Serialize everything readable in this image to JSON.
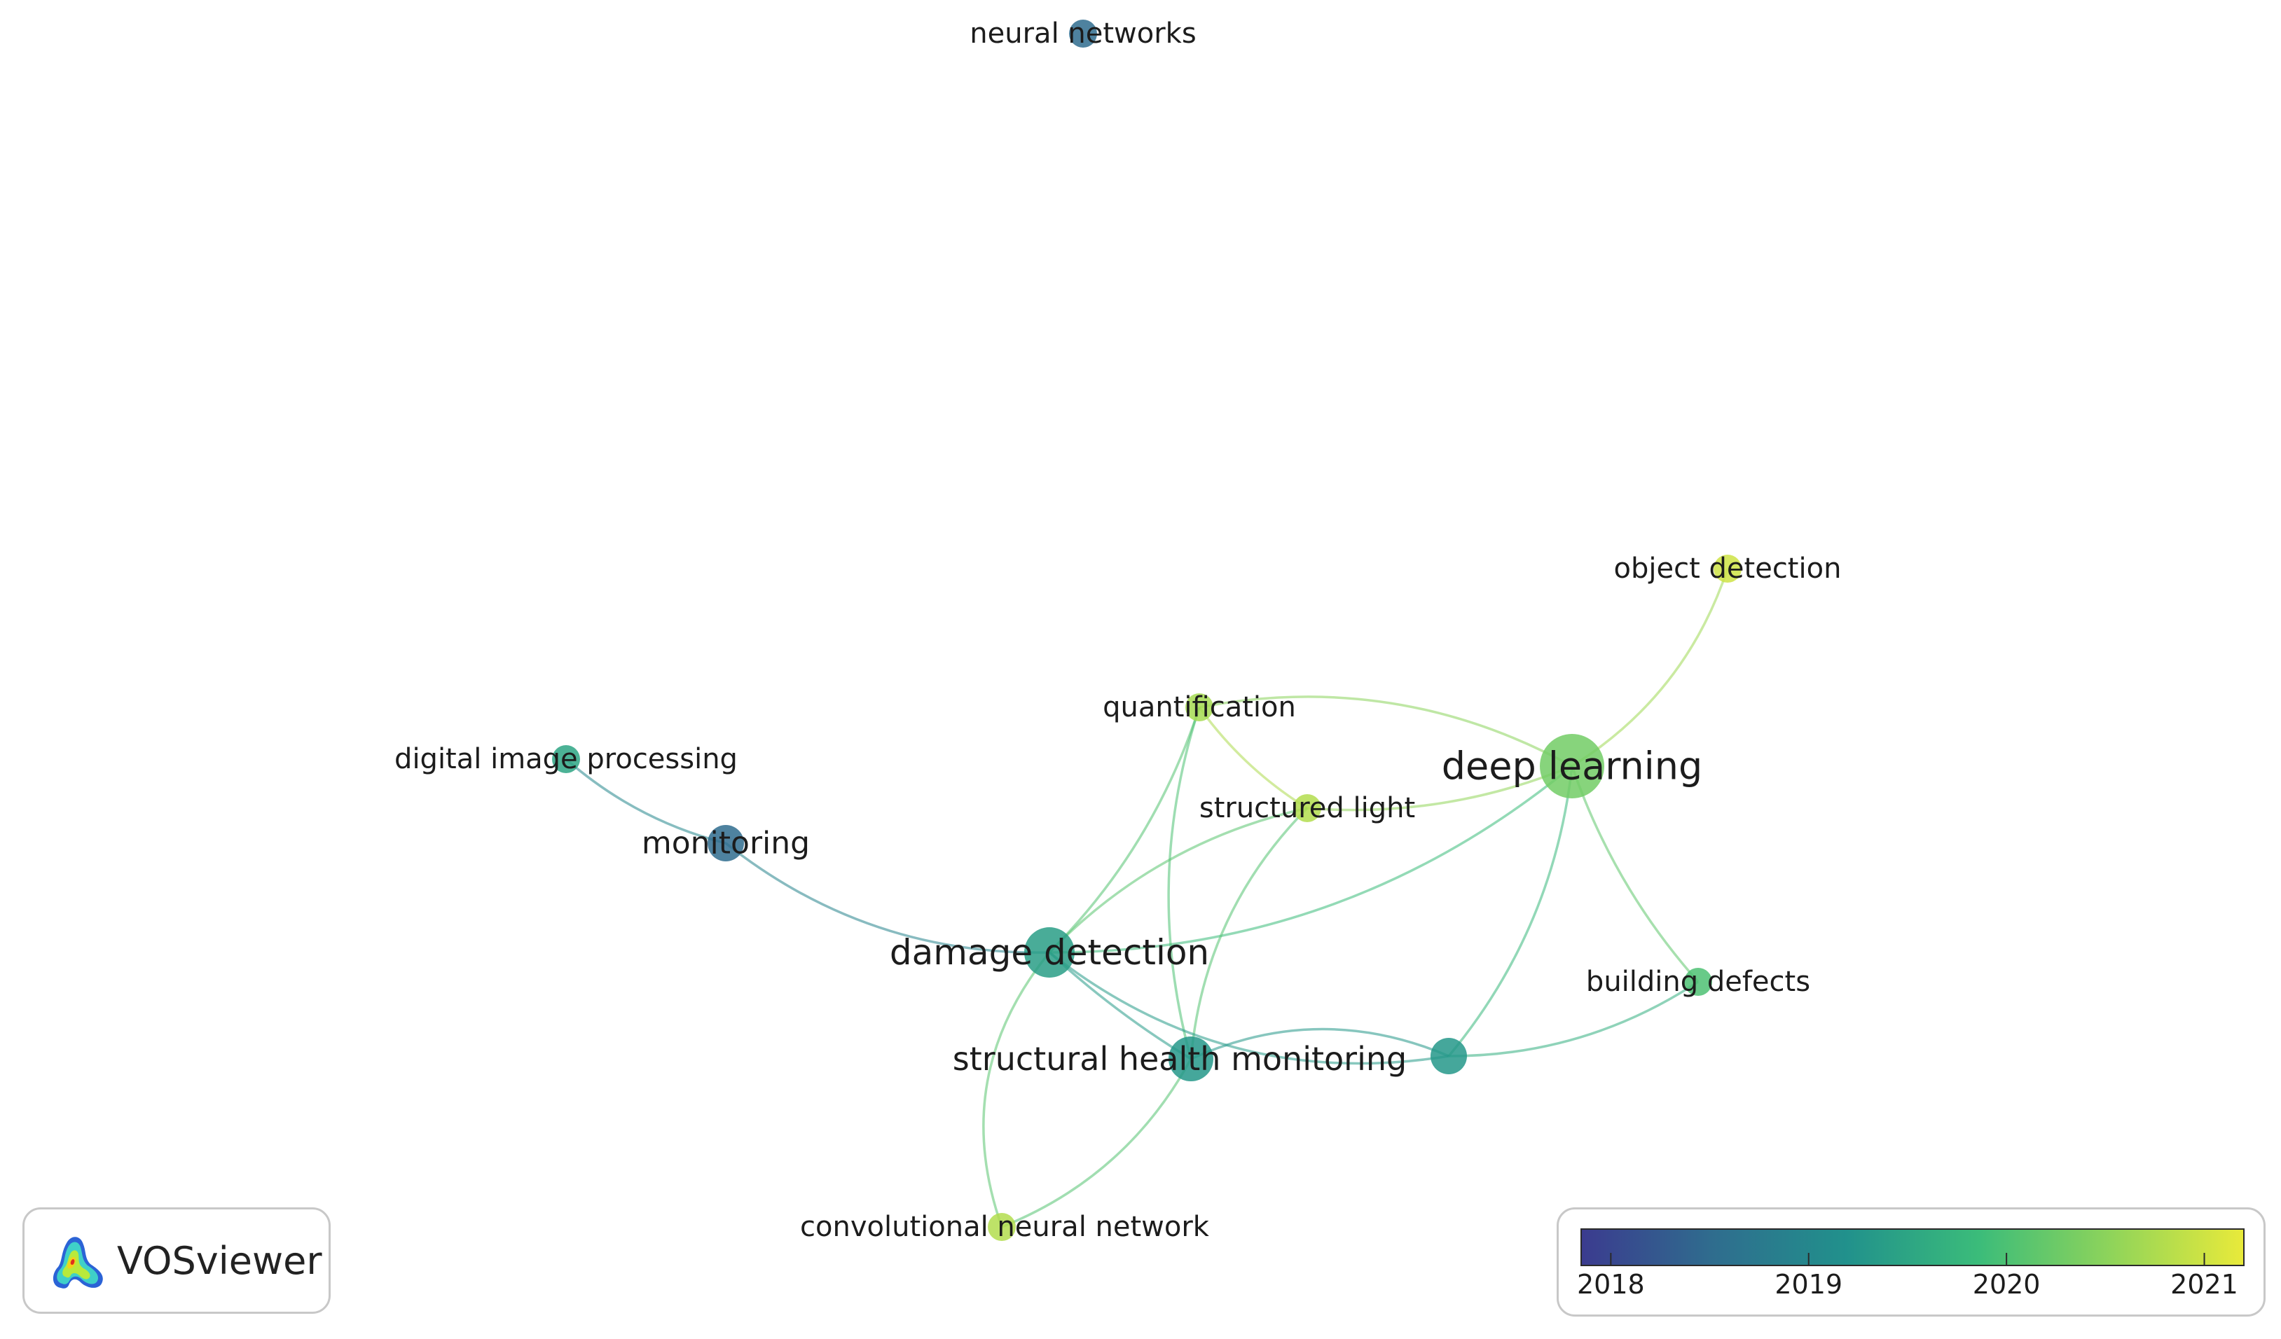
{
  "app": {
    "name": "VOSviewer"
  },
  "network": {
    "nodes": [
      {
        "id": "neural-networks",
        "label": "neural networks",
        "year": 2018.5
      },
      {
        "id": "object-detection",
        "label": "object detection",
        "year": 2021.0
      },
      {
        "id": "quantification",
        "label": "quantification",
        "year": 2020.7
      },
      {
        "id": "digital-image-processing",
        "label": "digital image processing",
        "year": 2019.5
      },
      {
        "id": "deep-learning",
        "label": "deep learning",
        "year": 2020.3
      },
      {
        "id": "structured-light",
        "label": "structured light",
        "year": 2020.8
      },
      {
        "id": "monitoring",
        "label": "monitoring",
        "year": 2018.5
      },
      {
        "id": "damage-detection",
        "label": "damage detection",
        "year": 2019.4
      },
      {
        "id": "building-defects",
        "label": "building defects",
        "year": 2020.0
      },
      {
        "id": "structural-health-monitoring",
        "label": "structural health monitoring",
        "year": 2019.3
      },
      {
        "id": "unlabeled-node",
        "label": "",
        "year": 2019.3
      },
      {
        "id": "convolutional-neural-network",
        "label": "convolutional neural network",
        "year": 2020.8
      }
    ],
    "links": [
      {
        "source": "deep-learning",
        "target": "object-detection"
      },
      {
        "source": "deep-learning",
        "target": "building-defects"
      },
      {
        "source": "deep-learning",
        "target": "quantification"
      },
      {
        "source": "deep-learning",
        "target": "structured-light"
      },
      {
        "source": "deep-learning",
        "target": "damage-detection"
      },
      {
        "source": "deep-learning",
        "target": "unlabeled-node"
      },
      {
        "source": "quantification",
        "target": "structured-light"
      },
      {
        "source": "quantification",
        "target": "damage-detection"
      },
      {
        "source": "quantification",
        "target": "structural-health-monitoring"
      },
      {
        "source": "structured-light",
        "target": "damage-detection"
      },
      {
        "source": "structured-light",
        "target": "structural-health-monitoring"
      },
      {
        "source": "digital-image-processing",
        "target": "monitoring"
      },
      {
        "source": "monitoring",
        "target": "damage-detection"
      },
      {
        "source": "damage-detection",
        "target": "structural-health-monitoring"
      },
      {
        "source": "damage-detection",
        "target": "unlabeled-node"
      },
      {
        "source": "damage-detection",
        "target": "convolutional-neural-network"
      },
      {
        "source": "structural-health-monitoring",
        "target": "unlabeled-node"
      },
      {
        "source": "structural-health-monitoring",
        "target": "convolutional-neural-network"
      },
      {
        "source": "unlabeled-node",
        "target": "building-defects"
      }
    ]
  },
  "legend": {
    "ticks": [
      "2018",
      "2019",
      "2020",
      "2021"
    ],
    "range": [
      2017.85,
      2021.2
    ]
  },
  "colors": {
    "scale": [
      "#3b3b8f",
      "#2f6d8e",
      "#21918c",
      "#3bbc7a",
      "#8fd45a",
      "#e9ea3a"
    ],
    "text": "#1c1c1c",
    "border": "#c8c8c8"
  }
}
